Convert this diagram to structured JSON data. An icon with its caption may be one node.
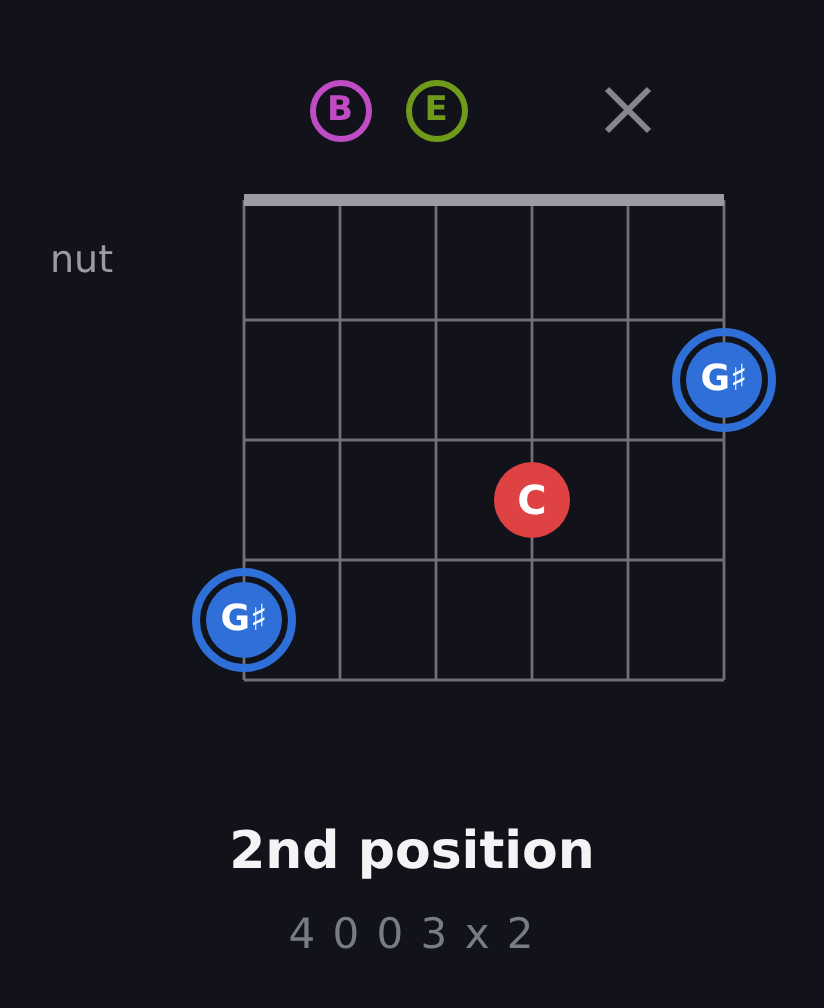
{
  "diagram": {
    "title": "2nd position",
    "caption": "4 0 0 3 x 2",
    "nodes": [
      {
        "text": [
          "B"
        ]
      },
      {
        "text": [
          "E"
        ]
      },
      {
        "text": [],
        "shape": "cross"
      },
      {
        "text": [
          "G♯"
        ]
      },
      {
        "text": [
          "C"
        ]
      },
      {
        "text": [
          "G♯"
        ]
      }
    ],
    "labels": [
      "nut"
    ]
  }
}
